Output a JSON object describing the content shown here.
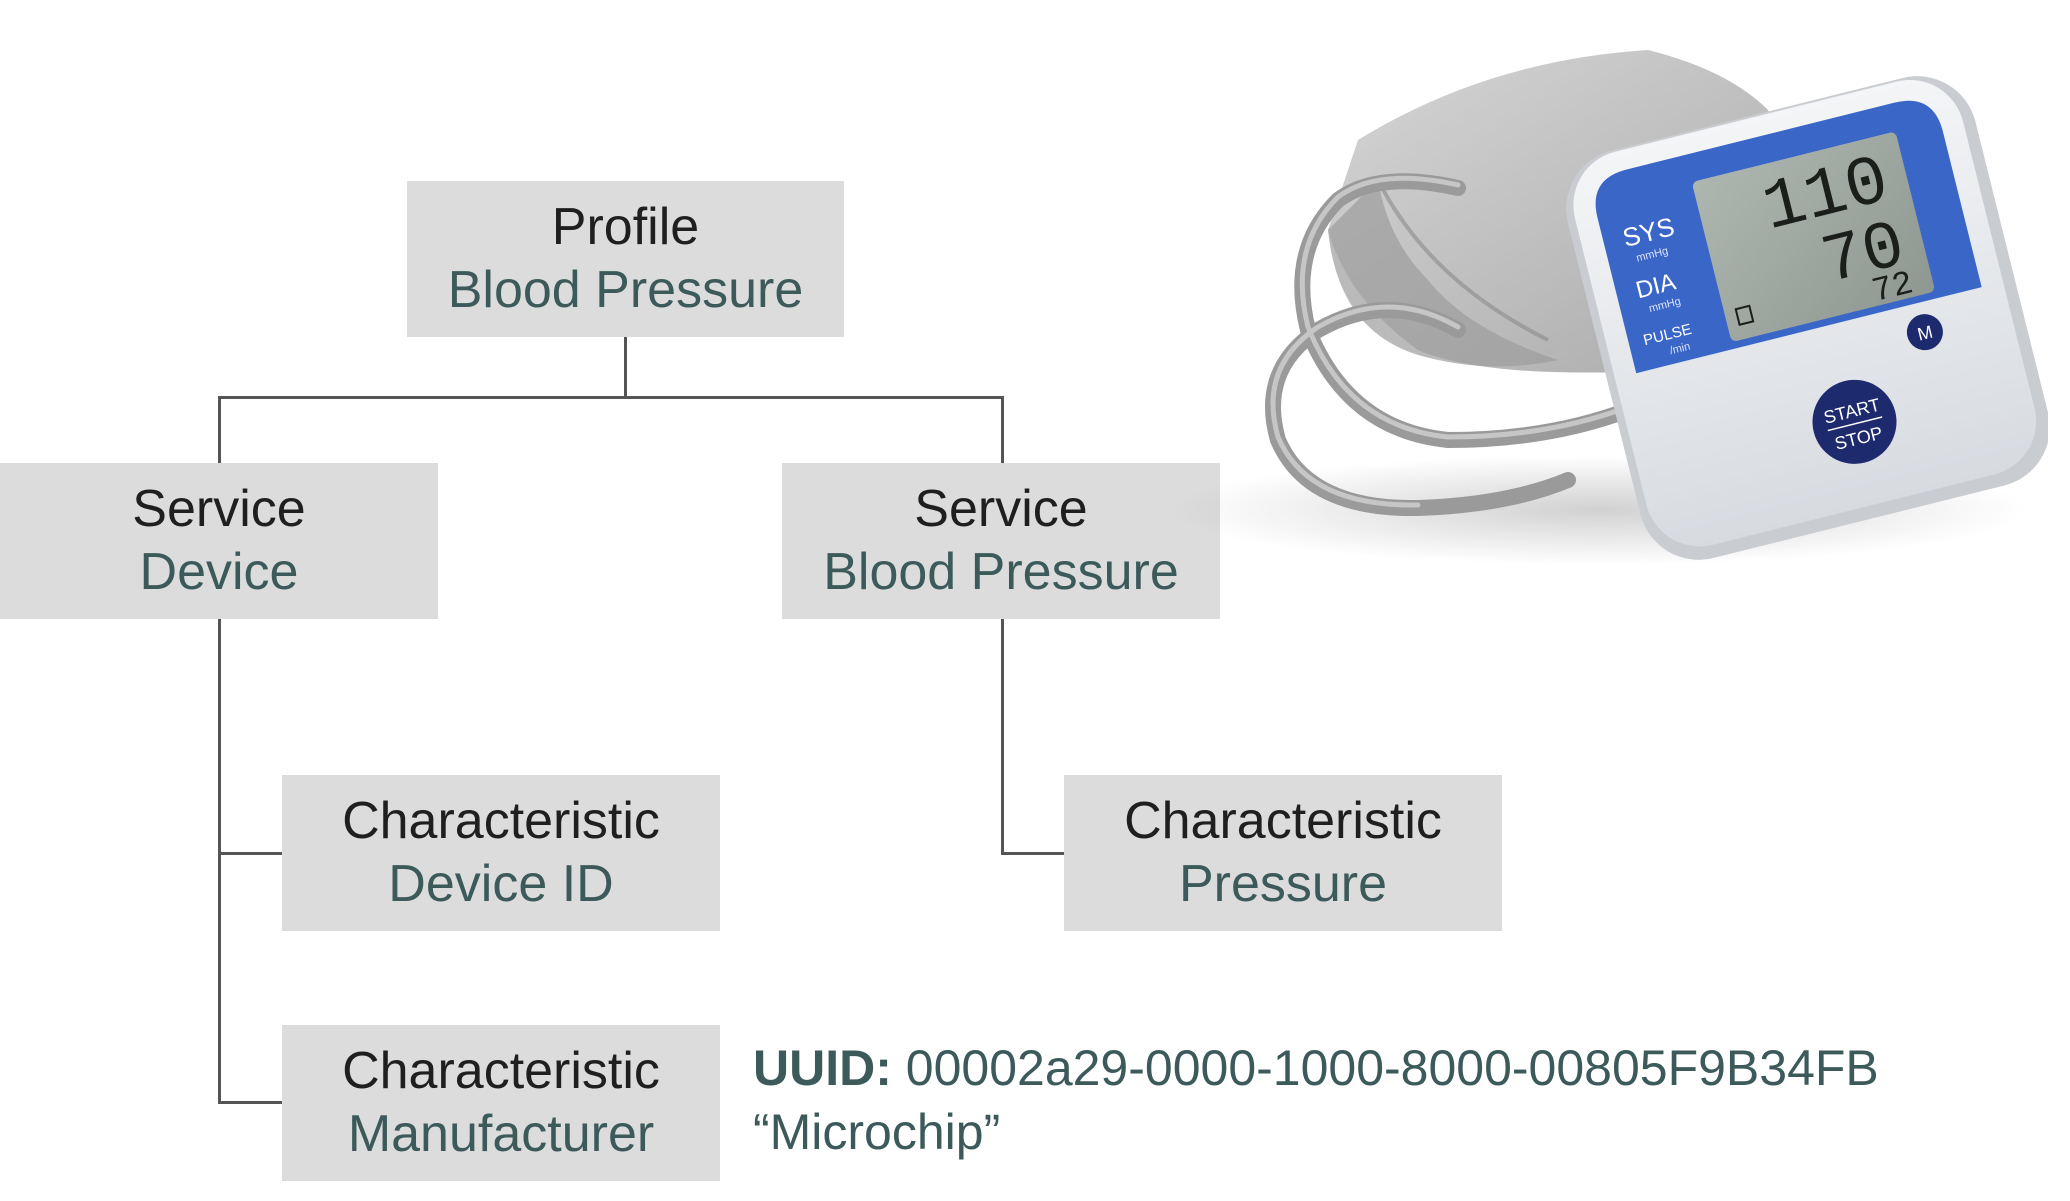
{
  "colors": {
    "box_fill": "#dcdcdc",
    "title_text": "#1f1f1f",
    "name_text": "#3d5a5a",
    "connector": "#555555",
    "monitor_accent": "#3a66c8"
  },
  "profile": {
    "kind": "Profile",
    "name": "Blood Pressure"
  },
  "services": [
    {
      "kind": "Service",
      "name": "Device",
      "characteristics": [
        {
          "kind": "Characteristic",
          "name": "Device ID"
        },
        {
          "kind": "Characteristic",
          "name": "Manufacturer"
        }
      ]
    },
    {
      "kind": "Service",
      "name": "Blood Pressure",
      "characteristics": [
        {
          "kind": "Characteristic",
          "name": "Pressure"
        }
      ]
    }
  ],
  "uuid_note": {
    "label": "UUID:",
    "value": "00002a29-0000-1000-8000-00805F9B34FB",
    "string_value": "“Microchip”"
  },
  "monitor": {
    "sys_label": "SYS",
    "sys_unit": "mmHg",
    "sys_value": "110",
    "dia_label": "DIA",
    "dia_unit": "mmHg",
    "dia_value": "70",
    "pulse_label": "PULSE",
    "pulse_unit": "/min",
    "pulse_value": "72",
    "start_label": "START",
    "stop_label": "STOP",
    "memory_label": "M"
  }
}
